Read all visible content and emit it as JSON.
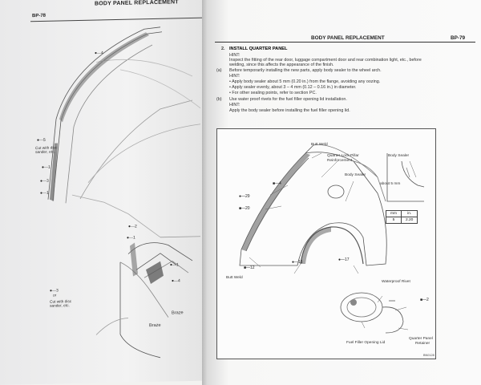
{
  "left_page": {
    "page_code": "BP-78",
    "section_title": "BODY PANEL REPLACEMENT",
    "callouts": {
      "c1": "—4",
      "c2": "—5",
      "c3": "—1",
      "c4": "—3",
      "c5": "—1",
      "c6": "—2",
      "c7": "—1",
      "c8": "—1",
      "c9": "—4",
      "c10": "—3"
    },
    "cut_note_1": "Cut with disc sander, etc.",
    "cut_note_or": "or",
    "cut_note_2": "Cut with disc sander, etc.",
    "braze_1": "Braze",
    "braze_2": "Braze"
  },
  "right_page": {
    "section_title": "BODY PANEL REPLACEMENT",
    "page_code": "BP-79",
    "step_number": "2.",
    "step_title": "INSTALL QUARTER PANEL",
    "hint_label_1": "HINT:",
    "hint_text_1a": "Inspect the fitting of the rear door, luggage compartment door and rear combination light, etc., before",
    "hint_text_1b": "welding, since this affects the appearance of the finish.",
    "sub_a_label": "(a)",
    "sub_a_text": "Before temporarily installing the new parts, apply body sealer to the wheel arch.",
    "hint_label_2": "HINT:",
    "bullet_1": "•  Apply body sealer about 5 mm (0.20 in.) from the flange, avoiding any oozing.",
    "bullet_2": "•  Apply sealer evenly, about 3 – 4 mm (0.12 – 0.16 in.) in diameter.",
    "bullet_3": "•  For other sealing points, refer to section PC.",
    "sub_b_label": "(b)",
    "sub_b_text": "Use water proof rivets for the fuel filler opening lid installation.",
    "hint_label_3": "HINT:",
    "hint_text_3": "Apply the body sealer before installing the fuel filler opening lid.",
    "figure_labels": {
      "butt_weld_top": "Butt Weld",
      "quarter_lock": "Quarter Lock Pillar",
      "reinforcement": "Reinforcement",
      "body_sealer_mid": "Body Sealer",
      "body_sealer_right": "Body Sealer",
      "about_5mm": "about 5 mm",
      "butt_weld_bottom": "Butt Weld",
      "waterproof_rivet": "Waterproof Rivet",
      "fuel_filler_lid": "Fuel Filler Opening Lid",
      "quarter_panel_retainer_1": "Quarter Panel",
      "quarter_panel_retainer_2": "Retainer",
      "figure_code": "BN0128"
    },
    "figure_callouts": {
      "c4": "—4",
      "c29": "—29",
      "c20": "—20",
      "c12": "—12",
      "c16": "—16",
      "c17": "—17",
      "c2": "—2"
    },
    "spec_table": {
      "header": [
        "mm",
        "in."
      ],
      "row": [
        "5",
        "2.20"
      ]
    }
  }
}
